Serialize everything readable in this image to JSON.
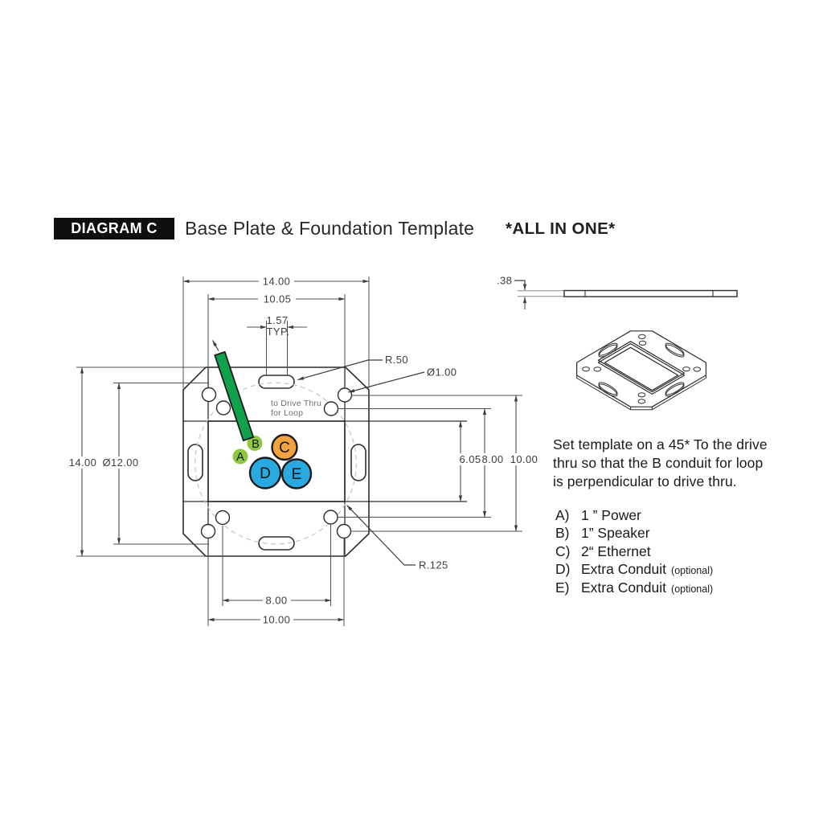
{
  "header": {
    "badge": "DIAGRAM C",
    "title": "Base Plate & Foundation Template",
    "emphasis": "*ALL IN ONE*"
  },
  "drawing": {
    "dims": {
      "top_width": "14.00",
      "top_inner_width": "10.05",
      "slot_pitch": "1.57",
      "slot_pitch_note": "TYP.",
      "left_height": "14.00",
      "bolt_circle_dia": "Ø12.00",
      "right_opening_height": "6.05",
      "right_hole_pitch": "8.00",
      "right_outer_pitch": "10.00",
      "bottom_hole_pitch": "8.00",
      "bottom_outer_pitch": "10.00",
      "thickness": ".38",
      "slot_end_radius": "R.50",
      "hole_dia": "Ø1.00",
      "corner_radius": "R.125"
    },
    "plate_note_line1": "to Drive Thru",
    "plate_note_line2": "for Loop"
  },
  "conduits": [
    {
      "label": "A",
      "color": "#8dc63f"
    },
    {
      "label": "B",
      "color": "#8dc63f"
    },
    {
      "label": "C",
      "color": "#f0a33e"
    },
    {
      "label": "D",
      "color": "#2aa9e0"
    },
    {
      "label": "E",
      "color": "#2aa9e0"
    }
  ],
  "colors": {
    "conduit_bar": "#0fa24b",
    "badge_bg": "#0f0f0f"
  },
  "note": {
    "line1": "Set template on a 45* To the drive",
    "line2": "thru so that the B conduit for loop",
    "line3": "is perpendicular to drive thru."
  },
  "legend": {
    "items": [
      {
        "key": "A)",
        "label": "1 ” Power",
        "suffix": ""
      },
      {
        "key": "B)",
        "label": "1” Speaker",
        "suffix": ""
      },
      {
        "key": "C)",
        "label": "2“ Ethernet",
        "suffix": ""
      },
      {
        "key": "D)",
        "label": "Extra Conduit",
        "suffix": "(optional)"
      },
      {
        "key": "E)",
        "label": "Extra Conduit",
        "suffix": "(optional)"
      }
    ]
  }
}
